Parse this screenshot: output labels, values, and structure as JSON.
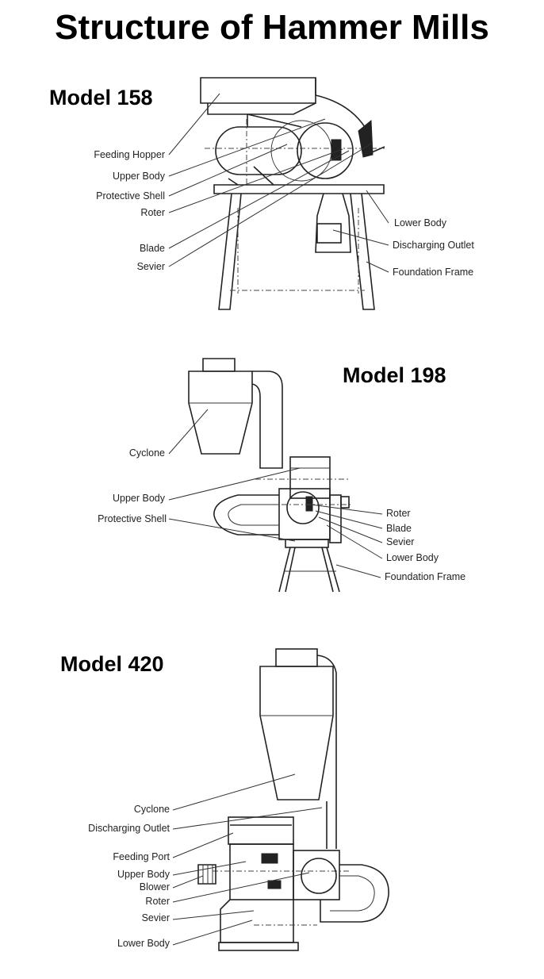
{
  "title": "Structure of Hammer Mills",
  "models": [
    {
      "name": "Model 158",
      "labels": {
        "feeding_hopper": "Feeding Hopper",
        "upper_body": "Upper Body",
        "protective_shell": "Protective Shell",
        "roter": "Roter",
        "blade": "Blade",
        "sevier": "Sevier",
        "lower_body": "Lower Body",
        "discharging_outlet": "Discharging Outlet",
        "foundation_frame": "Foundation Frame"
      }
    },
    {
      "name": "Model 198",
      "labels": {
        "cyclone": "Cyclone",
        "upper_body": "Upper Body",
        "protective_shell": "Protective Shell",
        "roter": "Roter",
        "blade": "Blade",
        "sevier": "Sevier",
        "lower_body": "Lower Body",
        "foundation_frame": "Foundation Frame"
      }
    },
    {
      "name": "Model 420",
      "labels": {
        "cyclone": "Cyclone",
        "discharging_outlet": "Discharging Outlet",
        "feeding_port": "Feeding Port",
        "upper_body": "Upper Body",
        "blower": "Blower",
        "roter": "Roter",
        "sevier": "Sevier",
        "lower_body": "Lower Body"
      }
    }
  ]
}
